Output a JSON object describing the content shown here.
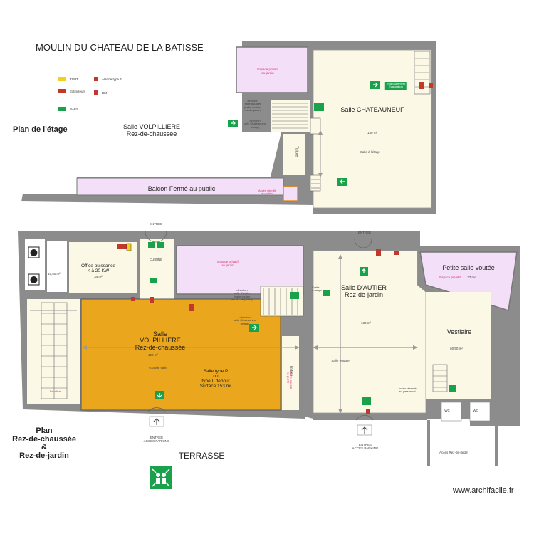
{
  "title": "MOULIN DU CHATEAU DE LA BATISSE",
  "legend": [
    {
      "label": "TGBT",
      "color": "#f0d020",
      "icon": "tgbt-icon"
    },
    {
      "label": "Alarme type 4",
      "color": "#c0392b",
      "icon": "alarm-icon"
    },
    {
      "label": "Extincteurs",
      "color": "#c0392b",
      "icon": "extinguisher-icon"
    },
    {
      "label": "DM",
      "color": "#c0392b",
      "icon": "dm-icon"
    },
    {
      "label": "BAES",
      "color": "#1aa14b",
      "icon": "baes-icon"
    }
  ],
  "upper": {
    "caption": "Plan de l'étage",
    "volpilliere_label": "Salle VOLPILLIERE\nRez-de-chaussée",
    "espace_prive_1": "Espace privatif\nau jardin",
    "chateauneuf_title": "Salle CHATEAUNEUF",
    "chateauneuf_area": "130 m²",
    "chateauneuf_sub": "Salle à l'étage",
    "direction_note": "direction\nsalle d'Autier\n(salle voutée,\nrez-de-jardin)",
    "direction_note_2": "direction\nsalle Chateauneuf\n(étage)",
    "regroupement": "Regroupement\nEvacuation",
    "toiture": "Toiture",
    "balcon": "Balcon Fermé au public",
    "acces_interdit": "Accès interdit\nau public"
  },
  "lower": {
    "caption": "Plan\nRez-de-chaussée\n&\nRez-de-jardin",
    "terrasse": "TERRASSE",
    "entree_top": "ENTREE",
    "entree_top_2": "ENTREE",
    "entree_bottom_1": "ENTREE\nACCES PARKING",
    "entree_bottom_2": "ENTREE\nACCES PARKING",
    "office": "Office puissance\n< à 20 KW",
    "office_area": "34 m²",
    "wc_area": "15,50 m²",
    "cuisine": "CUISINE",
    "espace_prive_2": "Espace privatif\nau jardin",
    "volpilliere_title": "Salle\nVOLPILLIERE\nRez-de-chaussée",
    "volpilliere_area": "120 m²",
    "grande_salle": "Grande salle",
    "type_p": "Salle type P\nou\ntype L debout\nSurface 153 m²",
    "escalier": "Escaliers",
    "direction_lower": "direction\nsalle d'Autier\n(salle voutée\nen rez-de-jardin)",
    "direction_lower_2": "direction\nsalle Chateauneuf\n(étage)",
    "toiture_lower": "Toiture",
    "acces_interdit_lower": "Accès interdit\nau public",
    "sortie": "Sortie\nà usage",
    "autier_title": "Salle D'AUTIER\nRez-de-jardin",
    "autier_area": "130 m²",
    "salle_voutee": "Salle Voutée",
    "petite_salle": "Petite salle voutée",
    "petite_espace": "Espace privatif",
    "petite_area": "37 m²",
    "vestiaire": "Vestiaire",
    "vestiaire_area": "60,50 m²",
    "acces_reserve": "Accès réservé\nau personnel",
    "wc1": "WC",
    "wc2": "WC",
    "acces_rdj": "Accès Rez-de-jardin"
  },
  "footer": "www.archifacile.fr",
  "colors": {
    "wall": "#8c8c8c",
    "cream": "#fbf8e6",
    "pink": "#f3dff8",
    "orange": "#eaa61c",
    "green": "#1aa14b",
    "red": "#c0392b"
  }
}
